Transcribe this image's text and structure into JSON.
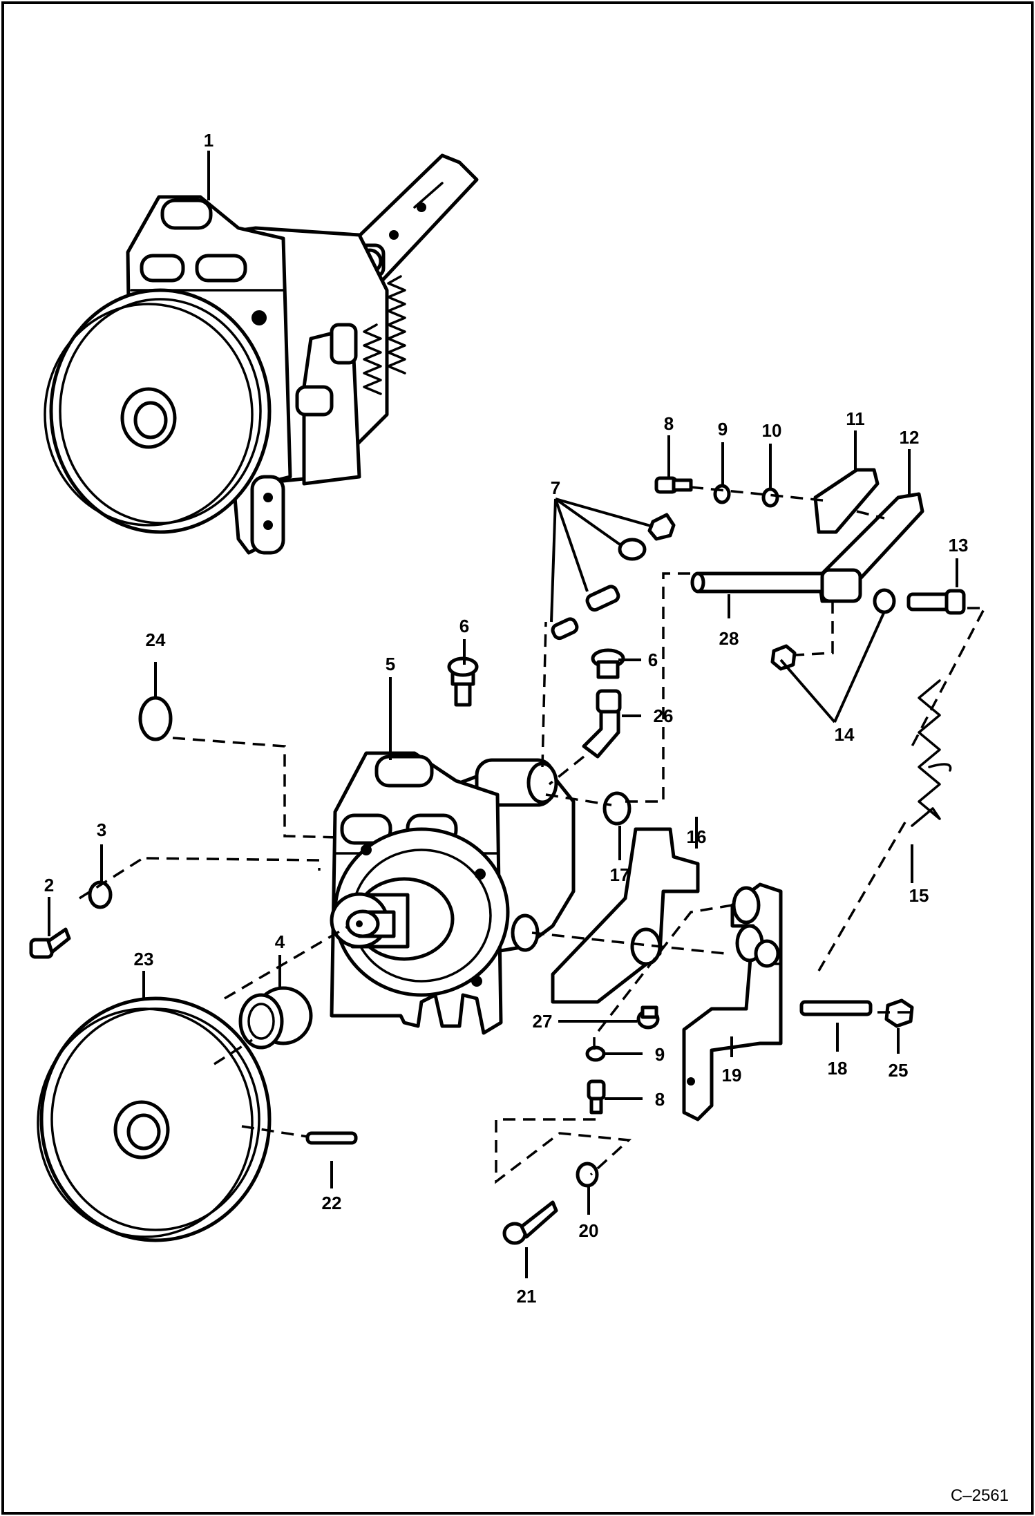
{
  "drawing": {
    "drawing_number": "C–2561",
    "callouts": [
      "1",
      "2",
      "3",
      "4",
      "5",
      "6",
      "6",
      "7",
      "8",
      "8",
      "9",
      "9",
      "10",
      "11",
      "12",
      "13",
      "14",
      "15",
      "16",
      "17",
      "18",
      "19",
      "20",
      "21",
      "22",
      "23",
      "24",
      "25",
      "26",
      "27",
      "28"
    ],
    "colors": {
      "line": "#000000",
      "background": "#ffffff"
    }
  }
}
